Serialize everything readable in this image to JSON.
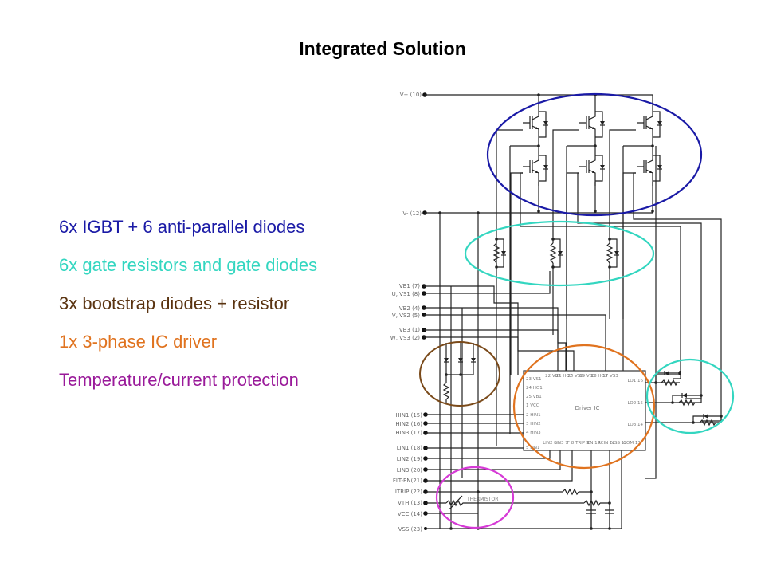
{
  "slide": {
    "title": "Integrated Solution",
    "bullets": [
      {
        "text": "6x IGBT + 6 anti-parallel diodes",
        "color": "#1a1aa6"
      },
      {
        "text": "6x gate resistors and gate diodes",
        "color": "#33d6c0"
      },
      {
        "text": "3x bootstrap diodes + resistor",
        "color": "#5a3310"
      },
      {
        "text": "1x 3-phase IC driver",
        "color": "#e0731f"
      },
      {
        "text": "Temperature/current protection",
        "color": "#9a1a9a"
      }
    ]
  },
  "schematic": {
    "pins": [
      {
        "label": "V+ (10)"
      },
      {
        "label": "V- (12)"
      },
      {
        "label": "VB1 (7)"
      },
      {
        "label": "U, VS1 (8)"
      },
      {
        "label": "VB2 (4)"
      },
      {
        "label": "V, VS2 (5)"
      },
      {
        "label": "VB3 (1)"
      },
      {
        "label": "W, VS3 (2)"
      },
      {
        "label": "HIN1 (15)"
      },
      {
        "label": "HIN2 (16)"
      },
      {
        "label": "HIN3 (17)"
      },
      {
        "label": "LIN1 (18)"
      },
      {
        "label": "LIN2 (19)"
      },
      {
        "label": "LIN3 (20)"
      },
      {
        "label": "FLT-EN(21)"
      },
      {
        "label": "ITRIP (22)"
      },
      {
        "label": "VTH (13)"
      },
      {
        "label": "VCC (14)"
      },
      {
        "label": "VSS (23)"
      }
    ],
    "driver_ic": {
      "name": "Driver IC",
      "top_pins": [
        "22 VB2",
        "21 HO2",
        "20 VS2",
        "19 VB3",
        "18 HO3",
        "17 VS3"
      ],
      "left_pins": [
        "23 VS1",
        "24 HO1",
        "25 VB1",
        "1 VCC",
        "2 HIN1",
        "3 HIN2",
        "4 HIN3",
        "5 LIN1"
      ],
      "right_pins": [
        "LO1 16",
        "LO2 15",
        "LO3 14"
      ],
      "bottom_pins": [
        "LIN2 6",
        "LIN3 7",
        "F 8",
        "ITRIP 9",
        "EN 10",
        "RCIN 11",
        "VSS 12",
        "COM 13"
      ]
    },
    "thermistor_label": "THERMISTOR",
    "highlight_colors": {
      "igbt": "#1a1aa6",
      "gate": "#33d6c0",
      "bootstrap": "#7a4a1a",
      "driver": "#e0731f",
      "protection": "#d63ad6"
    }
  }
}
